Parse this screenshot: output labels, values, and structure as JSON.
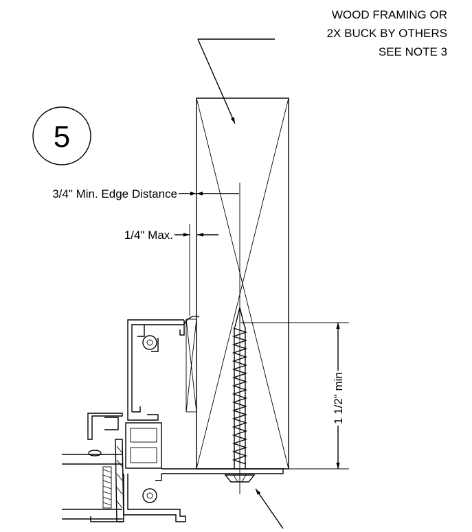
{
  "note": {
    "line1": "WOOD FRAMING OR",
    "line2": "2X BUCK BY OTHERS",
    "line3": "SEE NOTE 3"
  },
  "detail_number": "5",
  "dimensions": {
    "edge_distance": "3/4\" Min. Edge Distance",
    "max_gap": "1/4\" Max.",
    "embedment": "1 1/2\" min"
  }
}
